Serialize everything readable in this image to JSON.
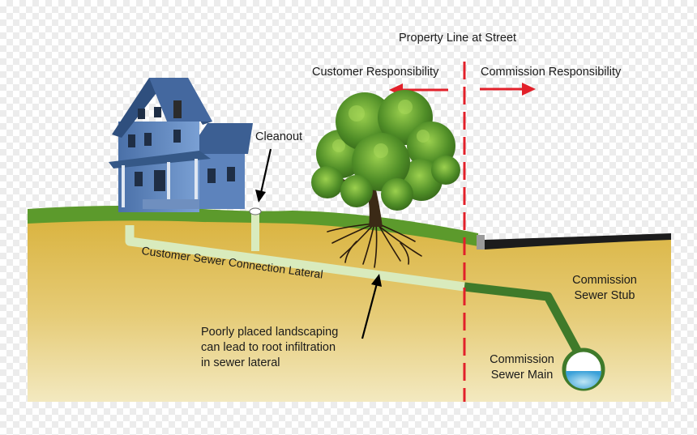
{
  "labels": {
    "property_line": "Property Line at Street",
    "customer_responsibility": "Customer Responsibility",
    "commission_responsibility": "Commission Responsibility",
    "cleanout": "Cleanout",
    "lateral": "Customer Sewer Connection Lateral",
    "landscaping_line1": "Poorly placed landscaping",
    "landscaping_line2": "can lead to root infiltration",
    "landscaping_line3": "in sewer lateral",
    "stub_line1": "Commission",
    "stub_line2": "Sewer Stub",
    "main_line1": "Commission",
    "main_line2": "Sewer Main"
  },
  "colors": {
    "soil_top": "#dcb640",
    "soil_bottom": "#f1e6b8",
    "grass": "#5c9a2c",
    "lateral_pipe": "#dcedc0",
    "commission_pipe": "#3f7a2a",
    "property_line": "#e2202a",
    "arrow": "#e2202a",
    "house": "#5f86bf",
    "tree_foliage": "#4e8c26"
  }
}
